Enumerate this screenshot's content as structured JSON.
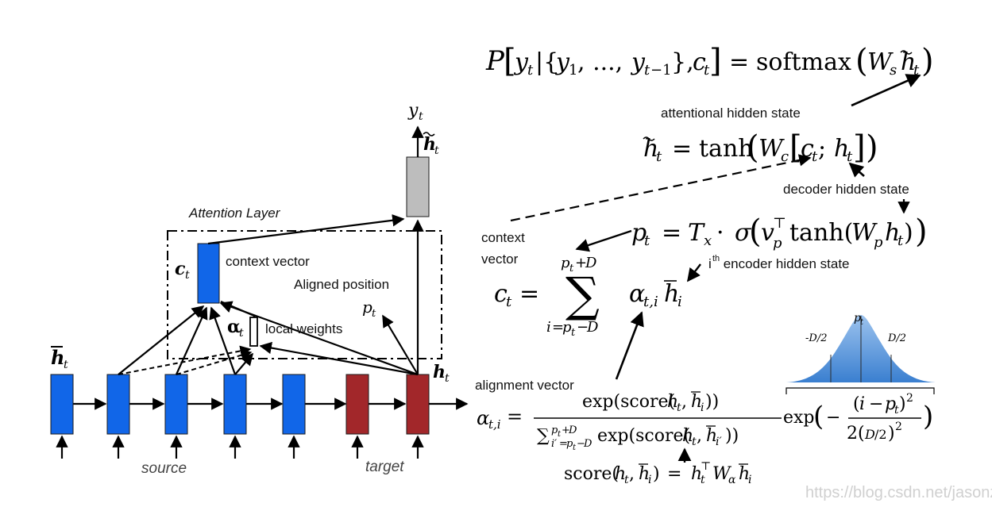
{
  "diagram": {
    "attention_layer_title": "Attention Layer",
    "context_vector_label": "context vector",
    "aligned_position_label": "Aligned position",
    "local_weights_label": "local weights",
    "source_label": "source",
    "target_label": "target",
    "sym_ct": "c",
    "sym_ct_sub": "t",
    "sym_alpha": "α",
    "sym_alpha_sub": "t",
    "sym_pt": "p",
    "sym_pt_sub": "t",
    "sym_yt": "y",
    "sym_yt_sub": "t",
    "sym_htilde": "h",
    "sym_htilde_sub": "t",
    "sym_hbar": "h",
    "sym_hbar_sub": "t",
    "sym_ht": "h",
    "sym_ht_sub": "t",
    "colors": {
      "source": "#1166e8",
      "target": "#a2272a",
      "output": "#bdbdbd"
    }
  },
  "annotations": {
    "attentional_hidden_state": "attentional hidden state",
    "decoder_hidden_state": "decoder hidden state",
    "context_vector_line1": "context",
    "context_vector_line2": "vector",
    "encoder_hidden_state_i": "i",
    "encoder_hidden_state_sup": "th",
    "encoder_hidden_state_rest": " encoder hidden state",
    "alignment_vector": "alignment vector"
  },
  "gaussian": {
    "pt_label": "p",
    "pt_sub": "t",
    "left_label": "-D/2",
    "right_label": "D/2",
    "fill_top": "#5b9bd5",
    "fill_bottom": "#2e75b6"
  },
  "watermark": "https://blog.csdn.net/jasonzhoujx"
}
